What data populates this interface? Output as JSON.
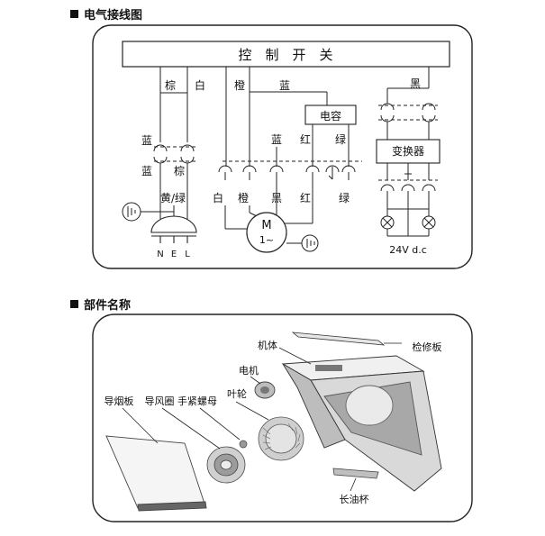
{
  "sections": {
    "wiring_title": "电气接线图",
    "parts_title": "部件名称"
  },
  "wiring": {
    "control_switch": "控　制　开　关",
    "top_wire_labels": [
      "棕",
      "白",
      "橙",
      "蓝",
      "黑"
    ],
    "capacitor": "电容",
    "converter": "变换器",
    "left_labels": {
      "blue_top": "蓝",
      "blue_bottom": "蓝",
      "brown": "棕",
      "yellow_green": "黄/绿"
    },
    "plug_pins": [
      "N",
      "E",
      "L"
    ],
    "mid_labels_top": [
      "蓝",
      "红",
      "绿"
    ],
    "terminal_labels": [
      "白",
      "橙",
      "黑",
      "红",
      "绿"
    ],
    "motor_line1": "M",
    "motor_line2": "1~",
    "power_label": "24V d.c"
  },
  "parts": {
    "body": "机体",
    "service_panel": "检修板",
    "motor": "电机",
    "impeller": "叶轮",
    "smoke_guide": "导烟板",
    "air_guide_ring": "导风圈",
    "thumb_nut": "手紧螺母",
    "oil_cup": "长油杯"
  }
}
